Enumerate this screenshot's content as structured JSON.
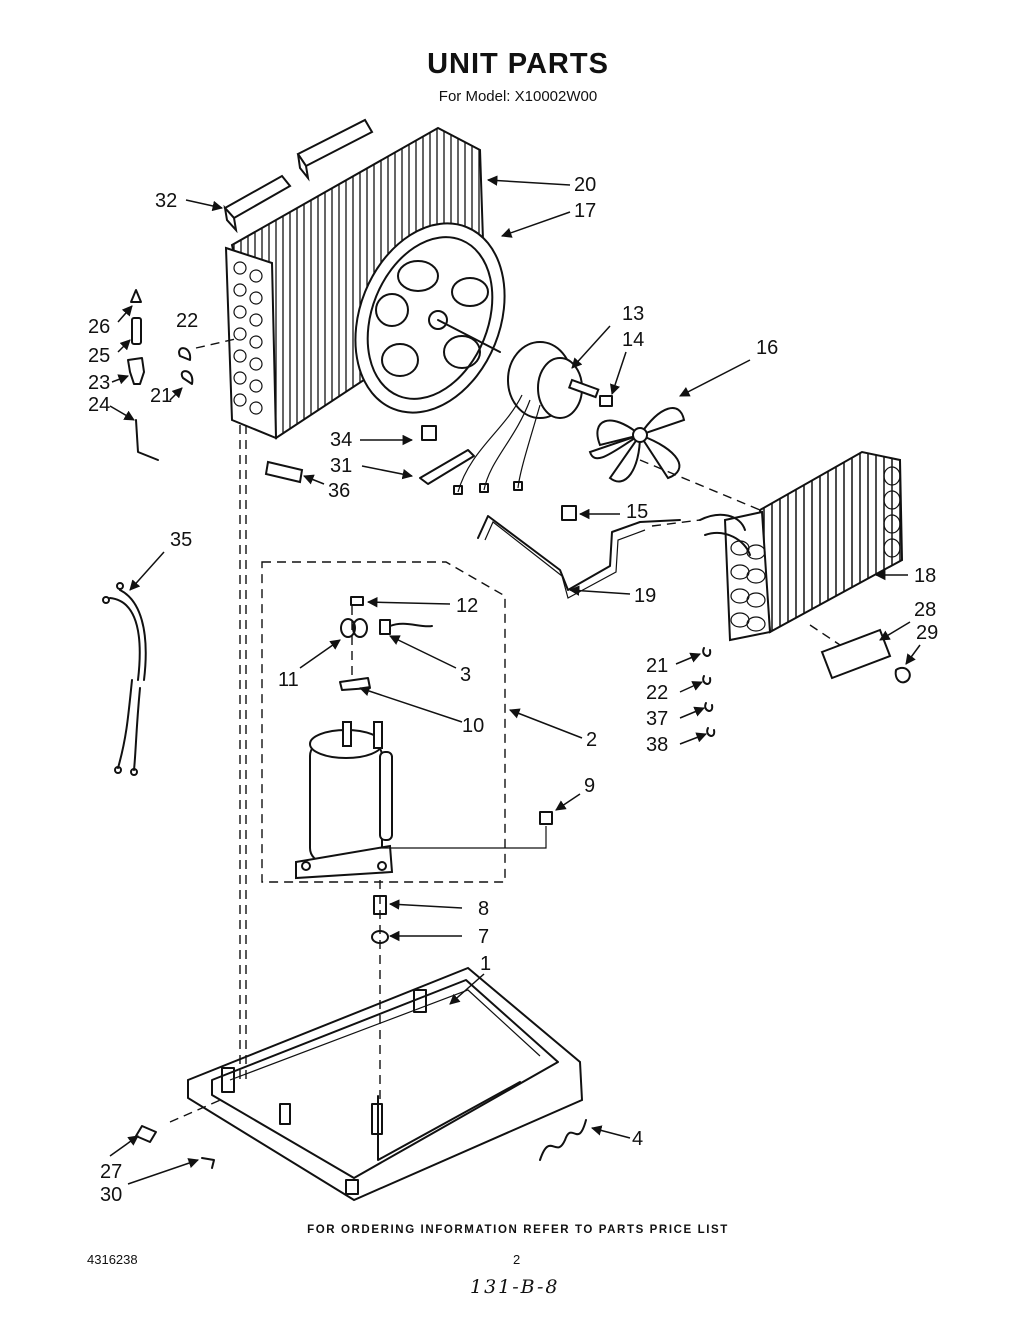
{
  "header": {
    "title": "UNIT PARTS",
    "model_line": "For Model: X10002W00"
  },
  "footer": {
    "ordering_note": "FOR ORDERING INFORMATION REFER TO PARTS PRICE LIST",
    "document_number": "4316238",
    "page_number": "2",
    "handwritten_note": "131-B-8"
  },
  "callouts": [
    "32",
    "20",
    "17",
    "26",
    "22",
    "25",
    "23",
    "24",
    "21",
    "13",
    "14",
    "16",
    "34",
    "31",
    "36",
    "15",
    "35",
    "12",
    "11",
    "3",
    "10",
    "2",
    "18",
    "19",
    "28",
    "29",
    "21",
    "22",
    "37",
    "38",
    "9",
    "8",
    "7",
    "1",
    "4",
    "27",
    "30"
  ]
}
